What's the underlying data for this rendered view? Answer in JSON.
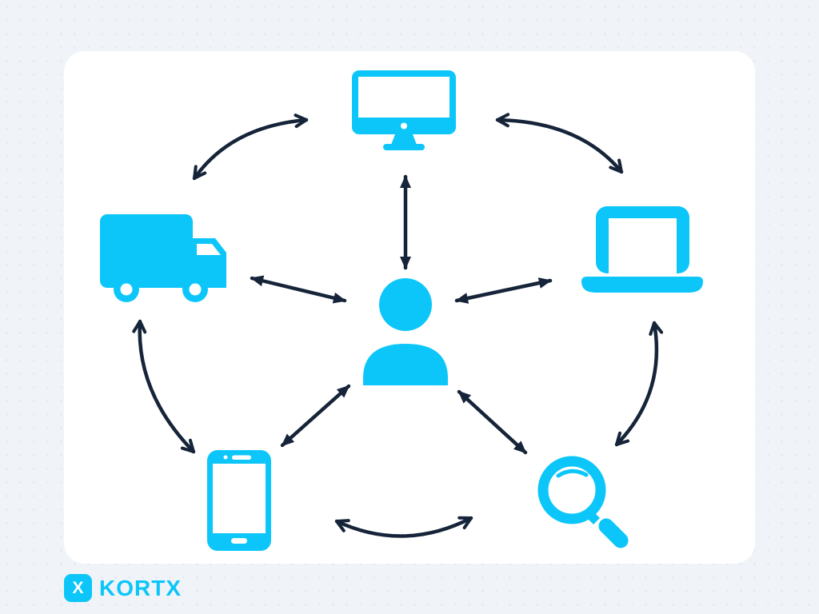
{
  "brand": {
    "logo_mark": "X",
    "logo_text": "KORTX"
  },
  "colors": {
    "cyan": "#0cc6fa",
    "navy": "#162439",
    "bg": "#f0f4f8",
    "card": "#ffffff",
    "dot": "#dde6ef"
  },
  "diagram": {
    "description": "Omnichannel hub-and-spoke diagram: a person at the center connected by double-headed arrows to a desktop monitor, delivery truck, laptop, smartphone and magnifying glass, which are also interconnected in an outer ring",
    "nodes": [
      {
        "id": "desktop",
        "icon": "desktop-monitor-icon",
        "position": "top-center"
      },
      {
        "id": "truck",
        "icon": "delivery-truck-icon",
        "position": "middle-left"
      },
      {
        "id": "laptop",
        "icon": "laptop-icon",
        "position": "middle-right"
      },
      {
        "id": "person",
        "icon": "person-icon",
        "position": "center"
      },
      {
        "id": "phone",
        "icon": "smartphone-icon",
        "position": "bottom-left"
      },
      {
        "id": "magnifier",
        "icon": "magnifying-glass-icon",
        "position": "bottom-right"
      }
    ],
    "edges": [
      {
        "from": "truck",
        "to": "desktop",
        "style": "curved",
        "bidirectional": true
      },
      {
        "from": "desktop",
        "to": "laptop",
        "style": "curved",
        "bidirectional": true
      },
      {
        "from": "desktop",
        "to": "person",
        "style": "straight",
        "bidirectional": true
      },
      {
        "from": "truck",
        "to": "person",
        "style": "straight",
        "bidirectional": true
      },
      {
        "from": "person",
        "to": "laptop",
        "style": "straight",
        "bidirectional": true
      },
      {
        "from": "person",
        "to": "phone",
        "style": "straight",
        "bidirectional": true
      },
      {
        "from": "person",
        "to": "magnifier",
        "style": "straight",
        "bidirectional": true
      },
      {
        "from": "truck",
        "to": "phone",
        "style": "curved",
        "bidirectional": true
      },
      {
        "from": "laptop",
        "to": "magnifier",
        "style": "curved",
        "bidirectional": true
      },
      {
        "from": "phone",
        "to": "magnifier",
        "style": "curved",
        "bidirectional": true
      }
    ]
  }
}
